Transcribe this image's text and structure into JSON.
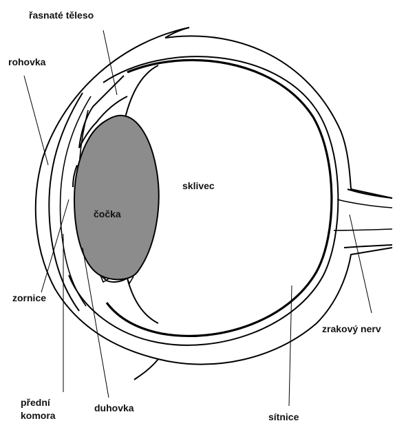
{
  "labels": {
    "ciliary_body": "řasnaté těleso",
    "cornea": "rohovka",
    "lens": "čočka",
    "vitreous": "sklivec",
    "pupil": "zornice",
    "optic_nerve": "zrakový nerv",
    "anterior_chamber_line1": "přední",
    "anterior_chamber_line2": "komora",
    "iris": "duhovka",
    "retina": "sítnice"
  },
  "colors": {
    "stroke": "#000000",
    "lens_fill": "#8c8c8c",
    "background": "#ffffff",
    "text": "#111111"
  }
}
